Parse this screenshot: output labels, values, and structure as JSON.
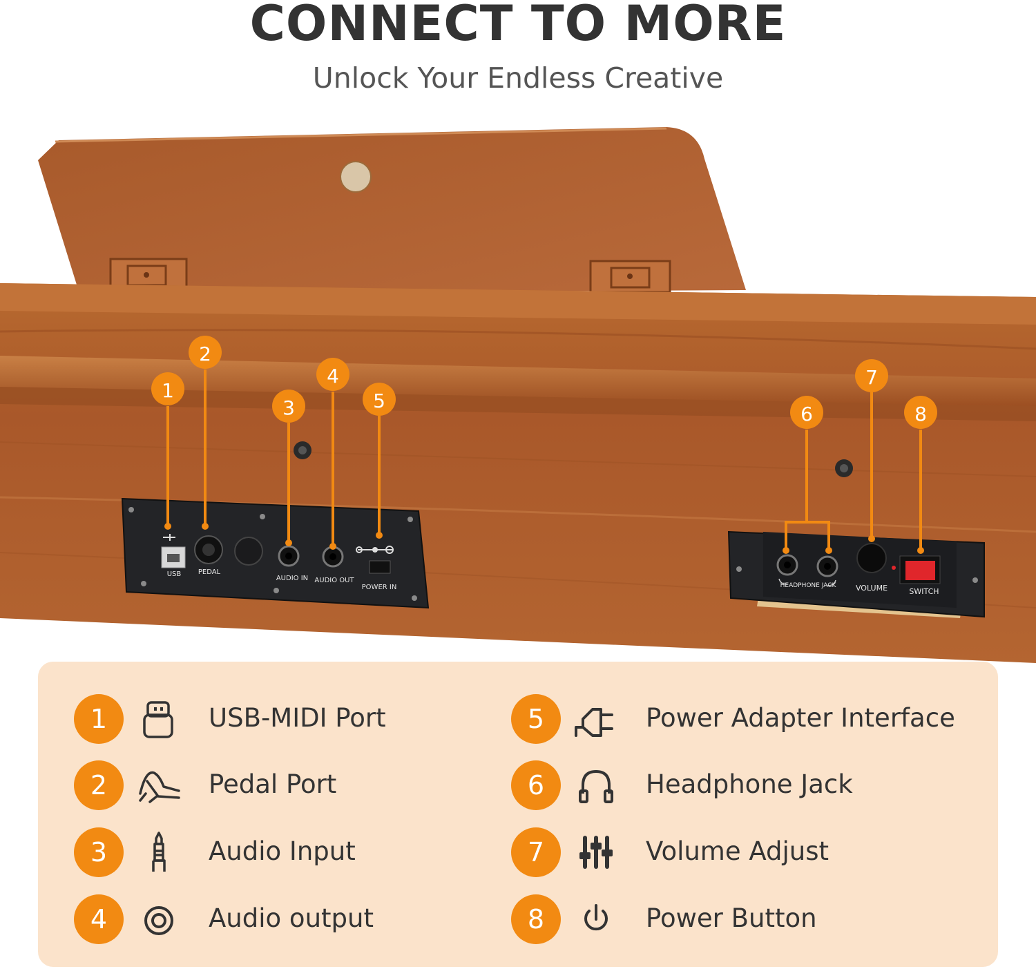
{
  "header": {
    "title": "CONNECT TO MORE",
    "subtitle": "Unlock Your Endless Creative"
  },
  "panel_left": {
    "labels": [
      "USB",
      "PEDAL",
      "AUDIO IN",
      "AUDIO OUT",
      "POWER IN"
    ]
  },
  "panel_right": {
    "labels": [
      "HEADPHONE JACK",
      "VOLUME",
      "SWITCH"
    ]
  },
  "callouts": [
    "1",
    "2",
    "3",
    "4",
    "5",
    "6",
    "7",
    "8"
  ],
  "legend": {
    "items": [
      {
        "number": "1",
        "icon": "usb-drive-icon",
        "label": "USB-MIDI Port"
      },
      {
        "number": "2",
        "icon": "pedal-icon",
        "label": "Pedal Port"
      },
      {
        "number": "3",
        "icon": "audio-plug-icon",
        "label": "Audio Input"
      },
      {
        "number": "4",
        "icon": "audio-output-icon",
        "label": "Audio output"
      },
      {
        "number": "5",
        "icon": "power-plug-icon",
        "label": "Power Adapter Interface"
      },
      {
        "number": "6",
        "icon": "headphones-icon",
        "label": "Headphone Jack"
      },
      {
        "number": "7",
        "icon": "sliders-icon",
        "label": "Volume Adjust"
      },
      {
        "number": "8",
        "icon": "power-icon",
        "label": "Power Button"
      }
    ]
  },
  "colors": {
    "accent": "#f28a12",
    "legend_bg": "#fbe3cb",
    "wood": "#b5652d",
    "panel": "#232427",
    "switch": "#e0262b"
  }
}
